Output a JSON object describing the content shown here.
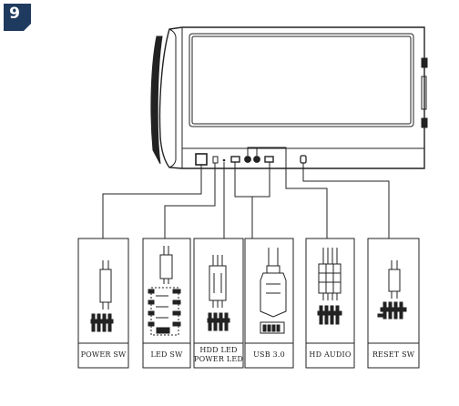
{
  "step": {
    "number": "9"
  },
  "colors": {
    "badge": "#1f3a5f",
    "line": "#222222"
  },
  "connectors": [
    {
      "id": "power-sw",
      "label": "POWER SW"
    },
    {
      "id": "led-sw",
      "label": "LED SW"
    },
    {
      "id": "hdd-led",
      "label": "HDD LED",
      "label2": "POWER LED"
    },
    {
      "id": "usb3",
      "label": "USB 3.0"
    },
    {
      "id": "hd-audio",
      "label": "HD AUDIO"
    },
    {
      "id": "reset-sw",
      "label": "RESET SW"
    }
  ]
}
